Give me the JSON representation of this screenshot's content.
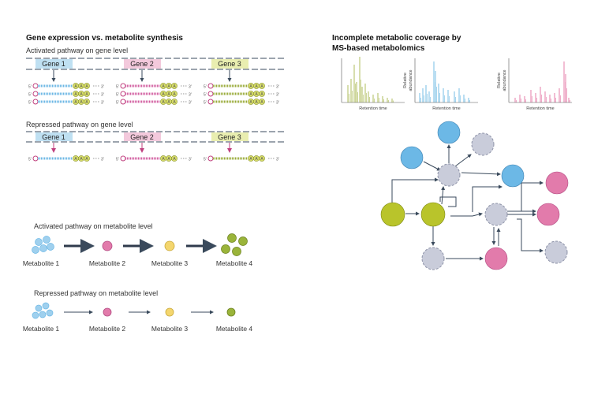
{
  "left": {
    "title": "Gene expression vs. metabolite synthesis",
    "gene_activated_label": "Activated pathway on gene level",
    "gene_repressed_label": "Repressed pathway on gene level",
    "genes": [
      "Gene 1",
      "Gene 2",
      "Gene 3"
    ],
    "prime5": "5'",
    "prime3": "3'",
    "poly_a": "A",
    "met_activated_label": "Activated pathway on metabolite level",
    "met_repressed_label": "Repressed pathway on metabolite level",
    "metabolites": [
      "Metabolite 1",
      "Metabolite 2",
      "Metabolite 3",
      "Metabolite 4"
    ]
  },
  "right": {
    "title_line1": "Incomplete metabolic coverage by",
    "title_line2": "MS-based metabolomics",
    "xlabel": "Retention time",
    "ylabel": "Relative abundance",
    "ylabel_line1": "Relative",
    "ylabel_line2": "abundance"
  },
  "colors": {
    "gene1": "#bfe0f2",
    "gene2": "#f3c9dc",
    "gene3": "#e9eeb0",
    "mrna_blue": "#6bb7e4",
    "mrna_pink": "#d25fa0",
    "mrna_green": "#9aab3a",
    "node_blue": "#6cb8e6",
    "node_pink": "#e27bab",
    "node_olive": "#b9c42b",
    "node_grey": "#c9ccda",
    "arrow": "#3a4a5c",
    "chart_green": "#cdd69a",
    "chart_blue": "#a9d6ee",
    "chart_pink": "#efadc9"
  }
}
